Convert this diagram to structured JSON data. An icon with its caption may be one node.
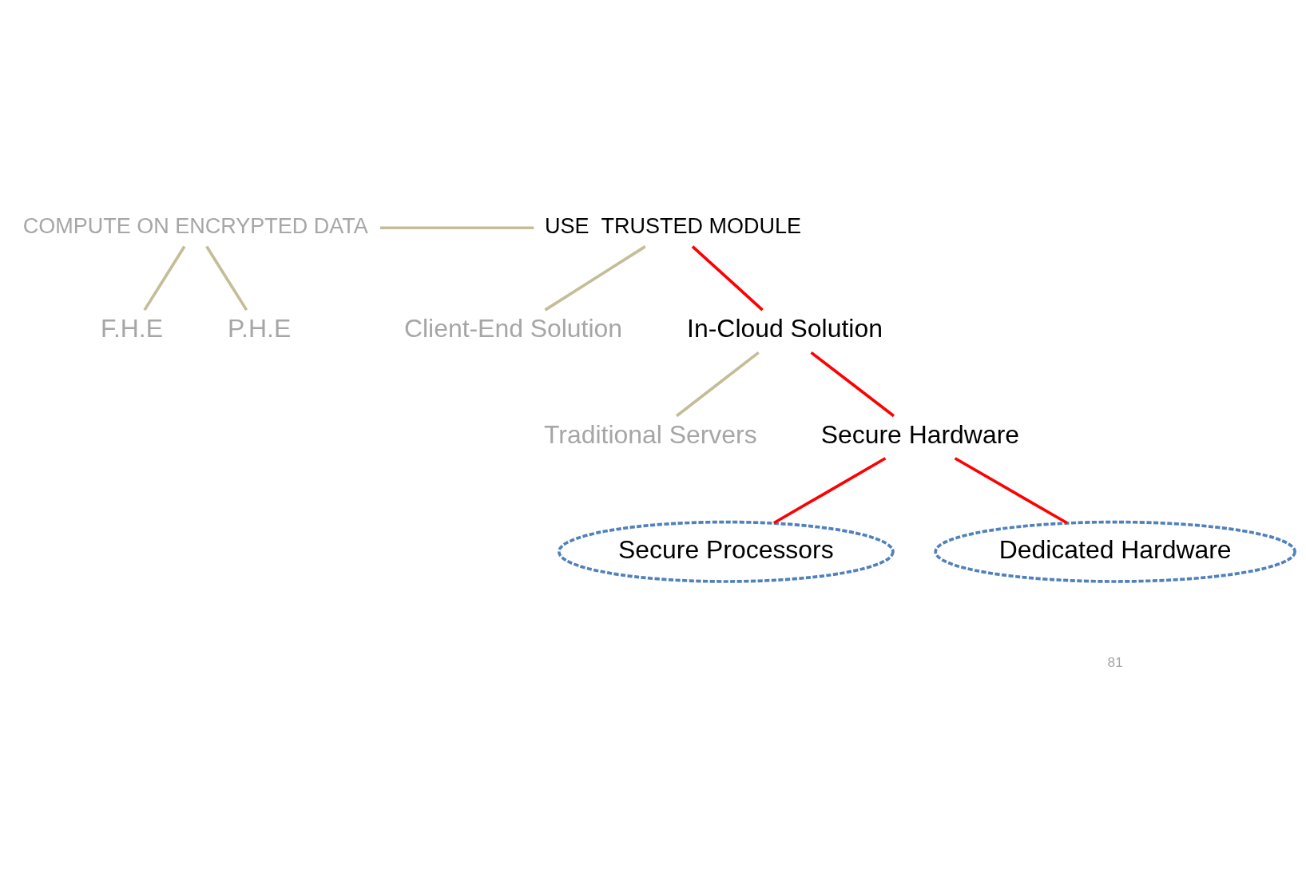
{
  "diagram": {
    "nodes": [
      {
        "text": [
          "COMPUTE ON ENCRYPTED DATA"
        ]
      },
      {
        "text": [
          "USE  TRUSTED MODULE"
        ]
      },
      {
        "text": [
          "F.H.E"
        ]
      },
      {
        "text": [
          "P.H.E"
        ]
      },
      {
        "text": [
          "Client-End Solution"
        ]
      },
      {
        "text": [
          "In-Cloud Solution"
        ]
      },
      {
        "text": [
          "Traditional Servers"
        ]
      },
      {
        "text": [
          "Secure Hardware"
        ]
      },
      {
        "text": [
          "Secure Processors"
        ]
      },
      {
        "text": [
          "Dedicated Hardware"
        ]
      }
    ],
    "edges": [
      {
        "from": 0,
        "to": 1,
        "arrow": "none"
      },
      {
        "from": 0,
        "to": 2,
        "arrow": "none"
      },
      {
        "from": 0,
        "to": 3,
        "arrow": "none"
      },
      {
        "from": 1,
        "to": 4,
        "arrow": "none"
      },
      {
        "from": 1,
        "to": 5,
        "arrow": "none",
        "color": "#ff0000"
      },
      {
        "from": 5,
        "to": 6,
        "arrow": "none"
      },
      {
        "from": 5,
        "to": 7,
        "arrow": "none",
        "color": "#ff0000"
      },
      {
        "from": 7,
        "to": 8,
        "arrow": "none",
        "color": "#ff0000"
      },
      {
        "from": 7,
        "to": 9,
        "arrow": "none",
        "color": "#ff0000"
      }
    ],
    "labels": [
      "81"
    ]
  }
}
